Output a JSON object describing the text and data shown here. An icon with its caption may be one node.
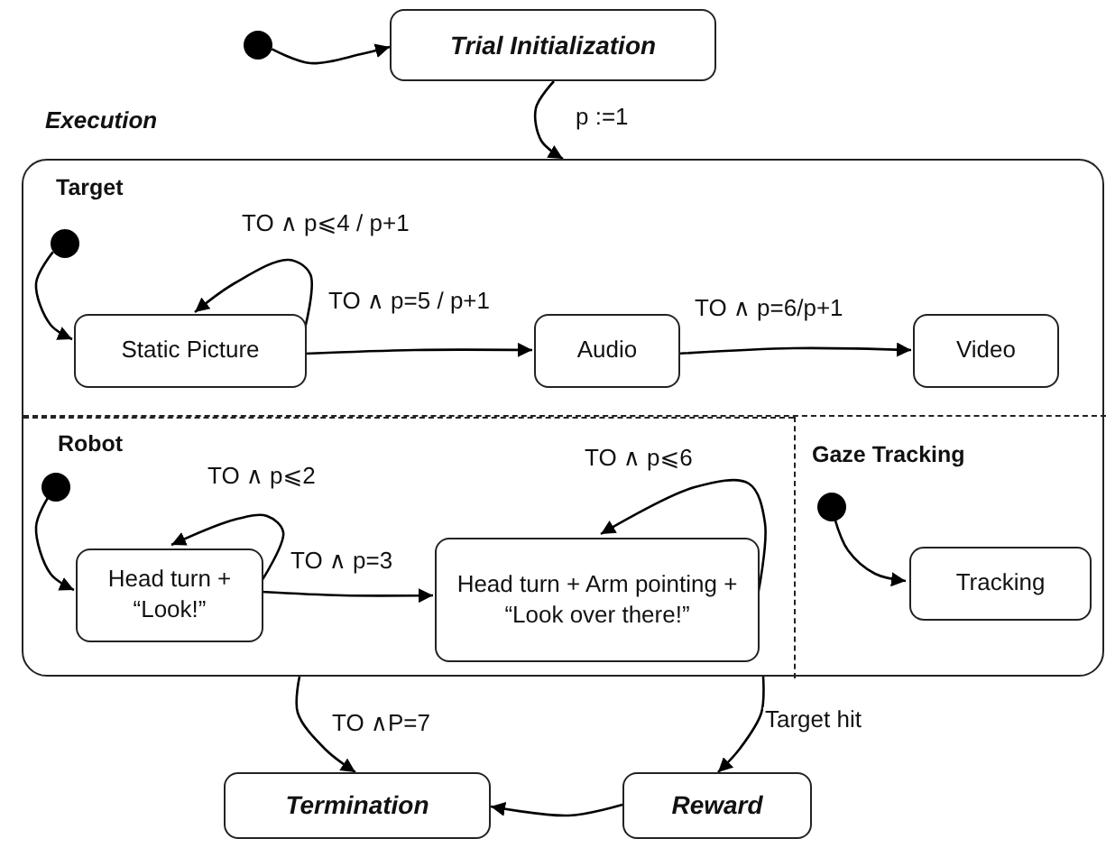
{
  "diagram": {
    "nodes": [
      {
        "text": [],
        "shape": "circle"
      },
      {
        "text": [
          "Trial Initialization"
        ]
      },
      {
        "text": [
          "Execution"
        ]
      },
      {
        "text": [
          "Target"
        ],
        "in": 2
      },
      {
        "text": [],
        "shape": "circle",
        "in": 3
      },
      {
        "text": [
          "Static Picture"
        ],
        "in": 3
      },
      {
        "text": [
          "Audio"
        ],
        "in": 3
      },
      {
        "text": [
          "Video"
        ],
        "in": 3
      },
      {
        "text": [
          "Robot"
        ],
        "in": 2
      },
      {
        "text": [],
        "shape": "circle",
        "in": 8
      },
      {
        "text": [
          "Head turn + “Look!”"
        ],
        "in": 8
      },
      {
        "text": [
          "Head turn + Arm pointing + “Look over there!”"
        ],
        "in": 8
      },
      {
        "text": [
          "Gaze Tracking"
        ],
        "in": 2
      },
      {
        "text": [],
        "shape": "circle",
        "in": 12
      },
      {
        "text": [
          "Tracking"
        ],
        "in": 12
      },
      {
        "text": [
          "Termination"
        ]
      },
      {
        "text": [
          "Reward"
        ]
      }
    ],
    "edges": [
      {
        "from": 0,
        "to": 1,
        "arrow": "to"
      },
      {
        "from": 1,
        "to": 2,
        "arrow": "to",
        "label": "p :=1"
      },
      {
        "from": 4,
        "to": 5,
        "arrow": "to"
      },
      {
        "from": 5,
        "to": 5,
        "arrow": "to",
        "label": "TO ∧ p⩽4 / p+1"
      },
      {
        "from": 5,
        "to": 6,
        "arrow": "to",
        "label": "TO ∧ p=5 / p+1"
      },
      {
        "from": 6,
        "to": 7,
        "arrow": "to",
        "label": "TO ∧ p=6/p+1"
      },
      {
        "from": 9,
        "to": 10,
        "arrow": "to"
      },
      {
        "from": 10,
        "to": 10,
        "arrow": "to",
        "label": "TO ∧ p⩽2"
      },
      {
        "from": 10,
        "to": 11,
        "arrow": "to",
        "label": "TO ∧ p=3"
      },
      {
        "from": 11,
        "to": 11,
        "arrow": "to",
        "label": "TO ∧ p⩽6"
      },
      {
        "from": 13,
        "to": 14,
        "arrow": "to"
      },
      {
        "from": 2,
        "to": 15,
        "arrow": "to",
        "label": "TO ∧P=7"
      },
      {
        "from": 2,
        "to": 16,
        "arrow": "to",
        "label": "Target hit"
      },
      {
        "from": 16,
        "to": 15,
        "arrow": "to"
      }
    ]
  }
}
